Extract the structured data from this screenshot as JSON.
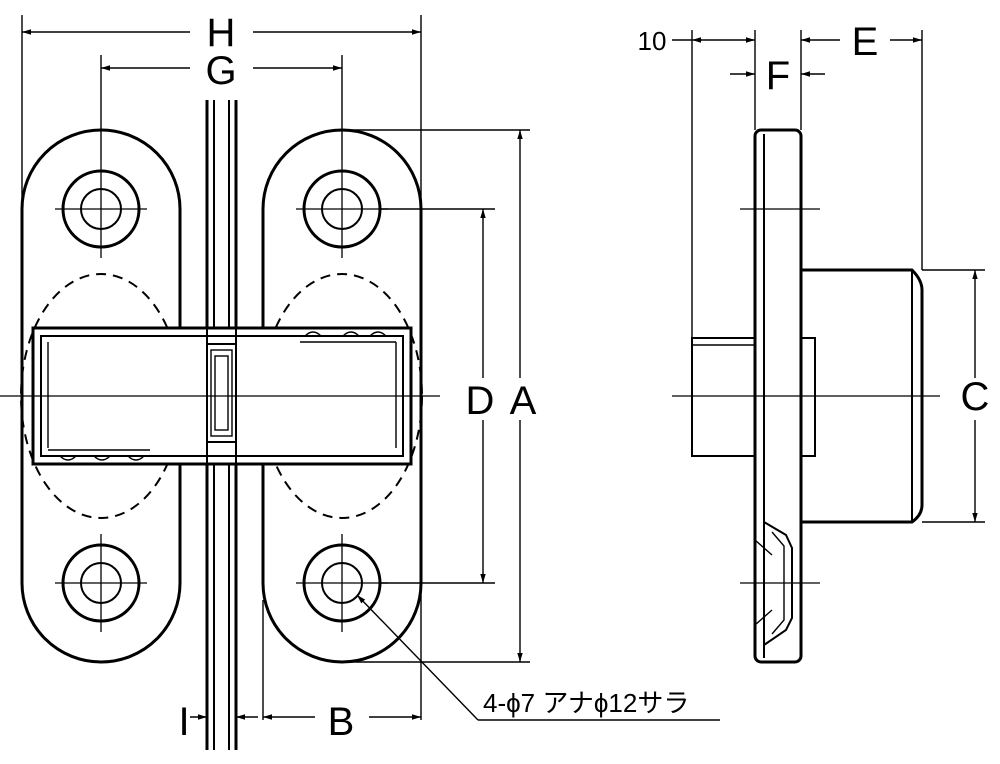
{
  "dimensions": {
    "H": "H",
    "G": "G",
    "A": "A",
    "B": "B",
    "C": "C",
    "D": "D",
    "E": "E",
    "F": "F",
    "I": "I",
    "ten": "10"
  },
  "note": "4-ϕ7 アナϕ12サラ"
}
